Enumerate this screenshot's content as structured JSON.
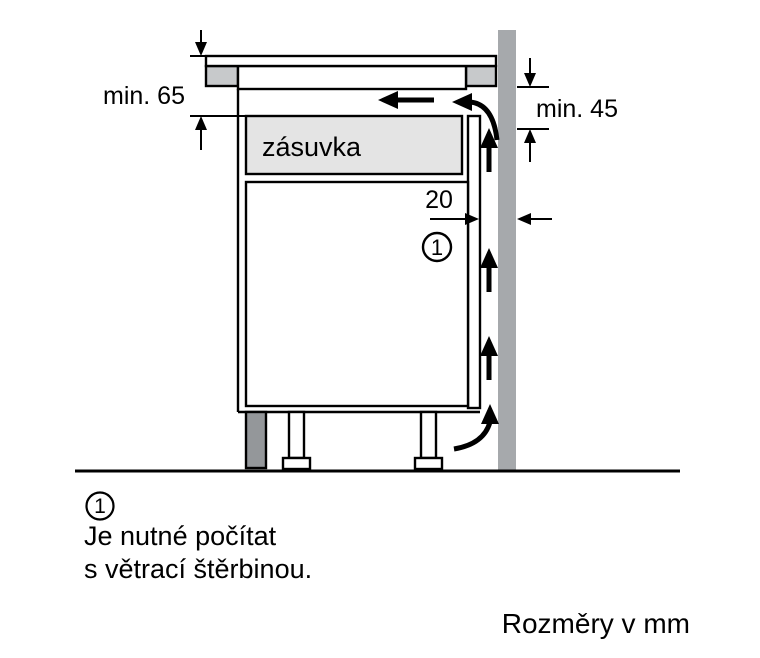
{
  "diagram": {
    "dimensions": {
      "left_min": "min. 65",
      "right_min": "min. 45",
      "gap": "20"
    },
    "drawer_label": "zásuvka",
    "callout": {
      "number": "1"
    },
    "colors": {
      "wall": "#a6a9ac",
      "worktop": "#c7c9cb",
      "drawer": "#e4e4e4",
      "plinth": "#94979a",
      "line": "#000000"
    }
  },
  "footnote": {
    "number": "1",
    "line1": "Je nutné počítat",
    "line2": "s větrací štěrbinou."
  },
  "units_note": "Rozměry v mm"
}
